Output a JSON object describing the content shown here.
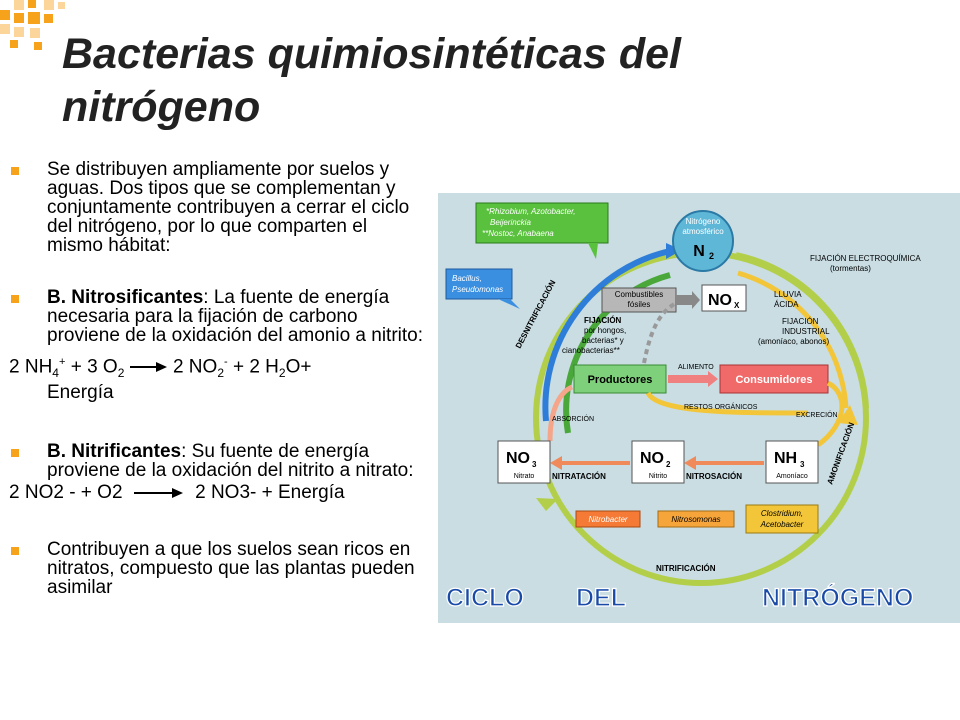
{
  "slide": {
    "title_line1": "Bacterias quimiosintéticas del",
    "title_line2": "nitrógeno",
    "bullet1": "Se distribuyen ampliamente por suelos y aguas. Dos tipos que se complementan y conjuntamente contribuyen a cerrar el ciclo del nitrógeno, por lo que comparten el mismo hábitat:",
    "bullet2_bold": "B. Nitrosificantes",
    "bullet2_rest": ": La fuente de energía necesaria para la fijación de carbono proviene de la oxidación del amonio a nitrito:",
    "eq1": {
      "a": "2 NH",
      "a_sub": "4",
      "a_sup": "+",
      "b": " + 3 O",
      "b_sub": "2",
      "c": "2 NO",
      "c_sub": "2",
      "c_sup": "-",
      "d": " + 2 H",
      "d_sub": "2",
      "e": "O+",
      "line2": "Energía"
    },
    "bullet3_bold": "B. Nitrificantes",
    "bullet3_rest": ": Su fuente de energía proviene de la oxidación del nitrito a nitrato:",
    "eq2": {
      "left": "2 NO2 - + O2",
      "right": "2 NO3- + Energía"
    },
    "bullet4": "Contribuyen a que los suelos sean ricos en nitratos, compuesto que las plantas pueden asimilar"
  },
  "diagram": {
    "n2_top": "Nitrógeno",
    "n2_mid": "atmosférico",
    "n2_formula": "N",
    "n2_sub": "2",
    "green_note_1": "*Rhizobium, Azotobacter,",
    "green_note_2": "Beijerinckia",
    "green_note_3": "**Nostoc, Anabaena",
    "blue_note_1": "Bacillus,",
    "blue_note_2": "Pseudomonas",
    "desnitrificacion": "DESNITRIFICACIÓN",
    "combustibles_1": "Combustibles",
    "combustibles_2": "fósiles",
    "nox": "NO",
    "nox_sub": "X",
    "lluvia_1": "LLUVIA",
    "lluvia_2": "ÁCIDA",
    "fij_electro_1": "FIJACIÓN ELECTROQUÍMICA",
    "fij_electro_2": "(tormentas)",
    "fij_ind_1": "FIJACIÓN",
    "fij_ind_2": "INDUSTRIAL",
    "fij_ind_3": "(amoníaco, abonos)",
    "fijacion_1": "FIJACIÓN",
    "fijacion_2": "por hongos,",
    "fijacion_3": "bacterias* y",
    "fijacion_4": "cianobacterias**",
    "alimento": "ALIMENTO",
    "productores": "Productores",
    "consumidores": "Consumidores",
    "restos": "RESTOS ORGÁNICOS",
    "excrecion": "EXCRECIÓN",
    "absorcion": "ABSORCIÓN",
    "amonificacion": "AMONIFICACIÓN",
    "no3": "NO",
    "no3_sub": "3",
    "no3_label": "Nitrato",
    "no2": "NO",
    "no2_sub": "2",
    "no2_label": "Nitrito",
    "nh3": "NH",
    "nh3_sub": "3",
    "nh3_label": "Amoníaco",
    "nitratacion": "NITRATACIÓN",
    "nitrosacion": "NITROSACIÓN",
    "nitrobacter": "Nitrobacter",
    "nitrosomonas": "Nitrosomonas",
    "clostridium_1": "Clostridium,",
    "clostridium_2": "Acetobacter",
    "nitrificacion": "NITRIFICACIÓN",
    "footer_1": "CICLO",
    "footer_2": "DEL",
    "footer_3": "NITRÓGENO"
  }
}
